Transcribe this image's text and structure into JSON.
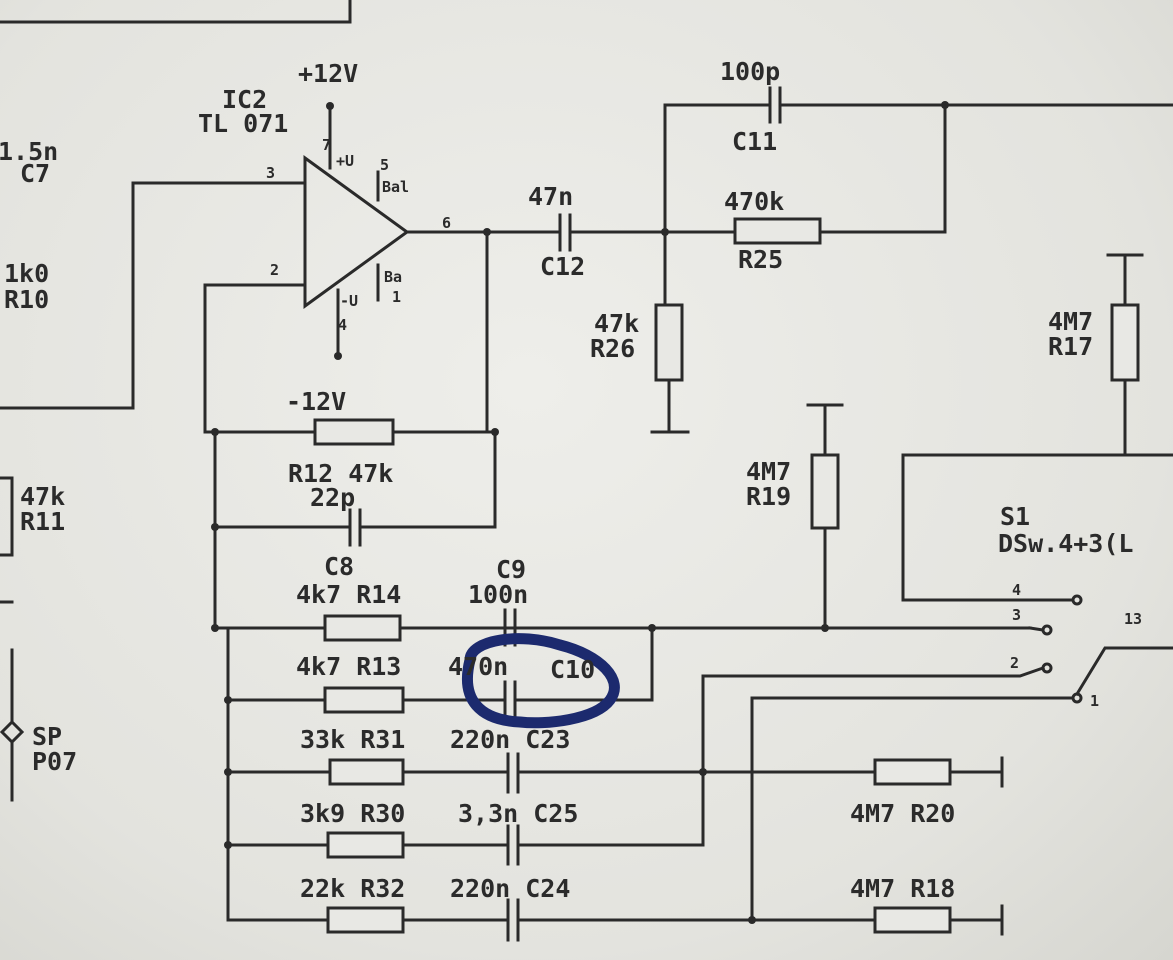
{
  "schematic": {
    "ic": {
      "ref": "IC2",
      "part": "TL 071",
      "pin_in_plus": "3",
      "pin_in_minus": "2",
      "pin_out": "6",
      "pin_vplus": "7",
      "pin_vminus": "4",
      "pin_bal_top": "5",
      "pin_bal_bot": "1",
      "plus_u": "+U",
      "minus_u": "-U",
      "bal": "Bal",
      "bal2": "Ba"
    },
    "supplies": {
      "positive": "+12V",
      "negative": "-12V"
    },
    "left_edge": {
      "c7_value": "1.5n",
      "c7_ref": "C7",
      "r10_value": "1k0",
      "r10_ref": "R10",
      "r11_value": "47k",
      "r11_ref": "R11",
      "sp_label": "SP",
      "po_label": "P07"
    },
    "components": {
      "c11": {
        "value": "100p",
        "ref": "C11"
      },
      "c12": {
        "value": "47n",
        "ref": "C12"
      },
      "r25": {
        "value": "470k",
        "ref": "R25"
      },
      "r26": {
        "value": "47k",
        "ref": "R26"
      },
      "r12": {
        "text": "R12 47k"
      },
      "c8": {
        "value": "22p",
        "ref": "C8"
      },
      "r17": {
        "value": "4M7",
        "ref": "R17"
      },
      "r19": {
        "value": "4M7",
        "ref": "R19"
      },
      "c9": {
        "ref": "C9",
        "value": "100n"
      },
      "r14": {
        "text": "4k7 R14"
      },
      "r13": {
        "text": "4k7 R13"
      },
      "c10": {
        "value": "470n",
        "ref": "C10"
      },
      "r31": {
        "text": "33k R31"
      },
      "c23": {
        "text": "220n C23"
      },
      "r30": {
        "text": "3k9 R30"
      },
      "c25": {
        "text": "3,3n C25"
      },
      "r32": {
        "text": "22k R32"
      },
      "c24": {
        "text": "220n C24"
      },
      "r20": {
        "text": "4M7 R20"
      },
      "r18": {
        "text": "4M7 R18"
      }
    },
    "switch": {
      "ref": "S1",
      "desc": "DSw.4+3(L",
      "pin4": "4",
      "pin3": "3",
      "pin2": "2",
      "pin1": "1",
      "pin13": "13"
    },
    "annotation": {
      "color": "#1c2a6e"
    }
  }
}
